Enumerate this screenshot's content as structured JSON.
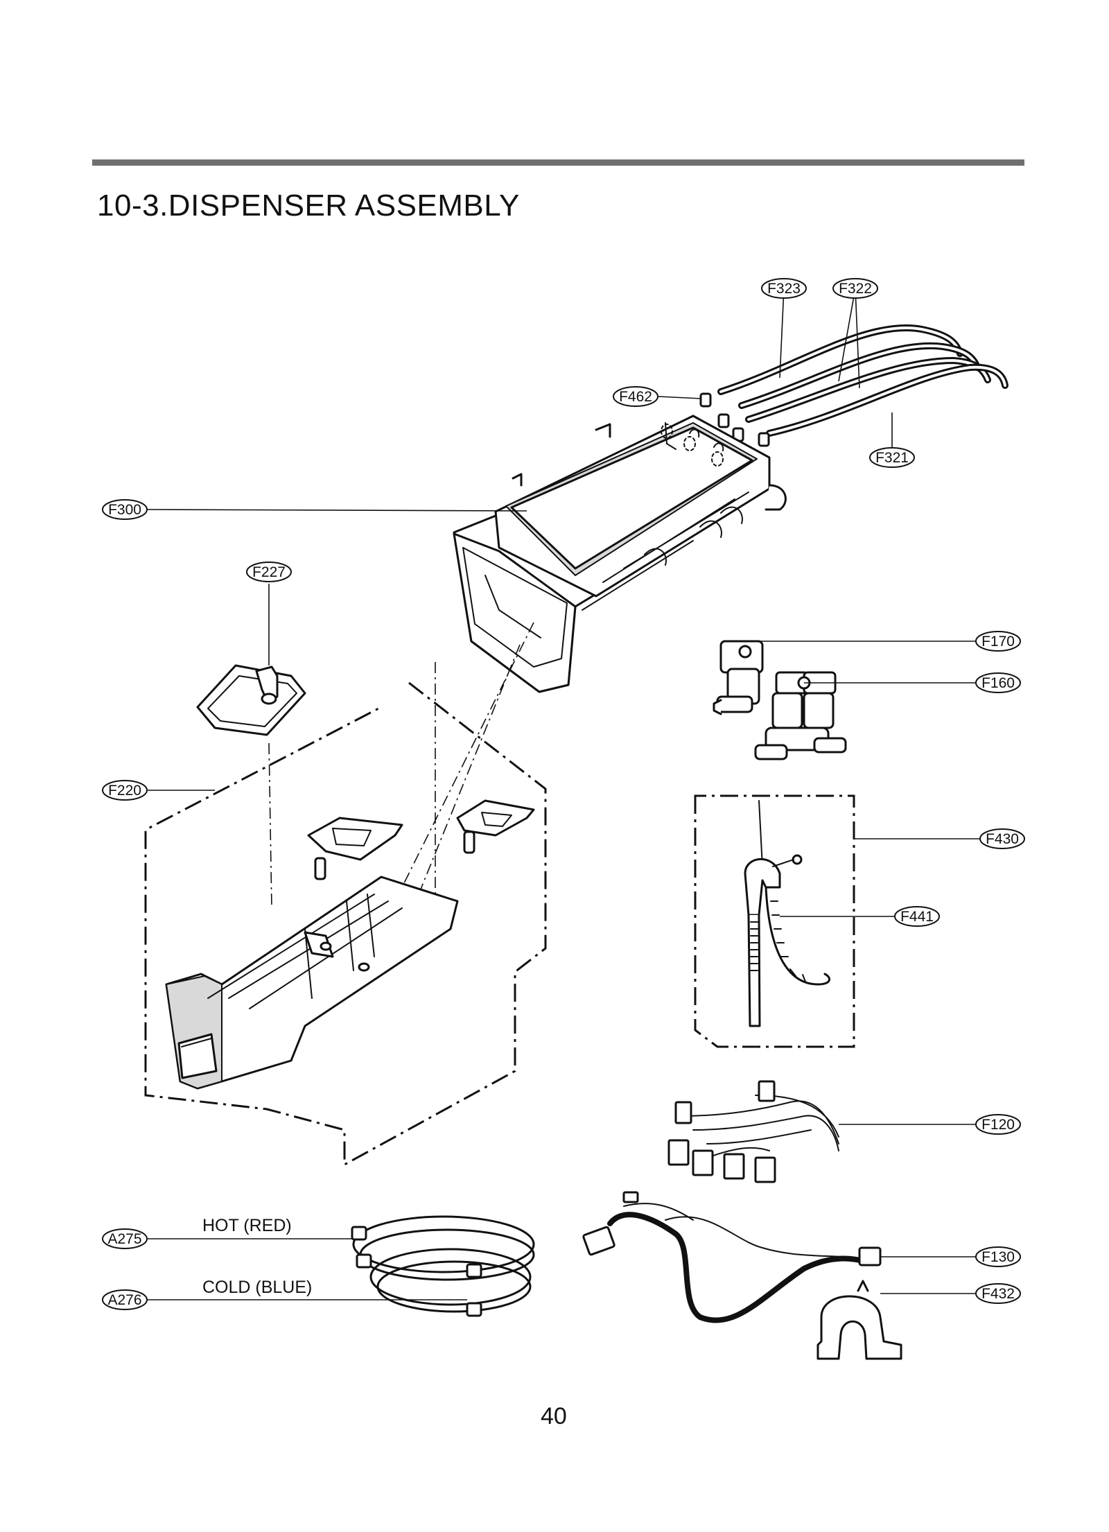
{
  "header": {
    "title": "10-3.DISPENSER ASSEMBLY"
  },
  "footer": {
    "page_number": "40"
  },
  "callouts": [
    {
      "id": "F323",
      "label": "F323"
    },
    {
      "id": "F322",
      "label": "F322"
    },
    {
      "id": "F462",
      "label": "F462"
    },
    {
      "id": "F321",
      "label": "F321"
    },
    {
      "id": "F300",
      "label": "F300"
    },
    {
      "id": "F227",
      "label": "F227"
    },
    {
      "id": "F170",
      "label": "F170"
    },
    {
      "id": "F160",
      "label": "F160"
    },
    {
      "id": "F220",
      "label": "F220"
    },
    {
      "id": "F430",
      "label": "F430"
    },
    {
      "id": "F441",
      "label": "F441"
    },
    {
      "id": "F120",
      "label": "F120"
    },
    {
      "id": "F130",
      "label": "F130"
    },
    {
      "id": "F432",
      "label": "F432"
    },
    {
      "id": "A275",
      "label": "A275"
    },
    {
      "id": "A276",
      "label": "A276"
    }
  ],
  "notes": {
    "hot": "HOT (RED)",
    "cold": "COLD (BLUE)"
  }
}
